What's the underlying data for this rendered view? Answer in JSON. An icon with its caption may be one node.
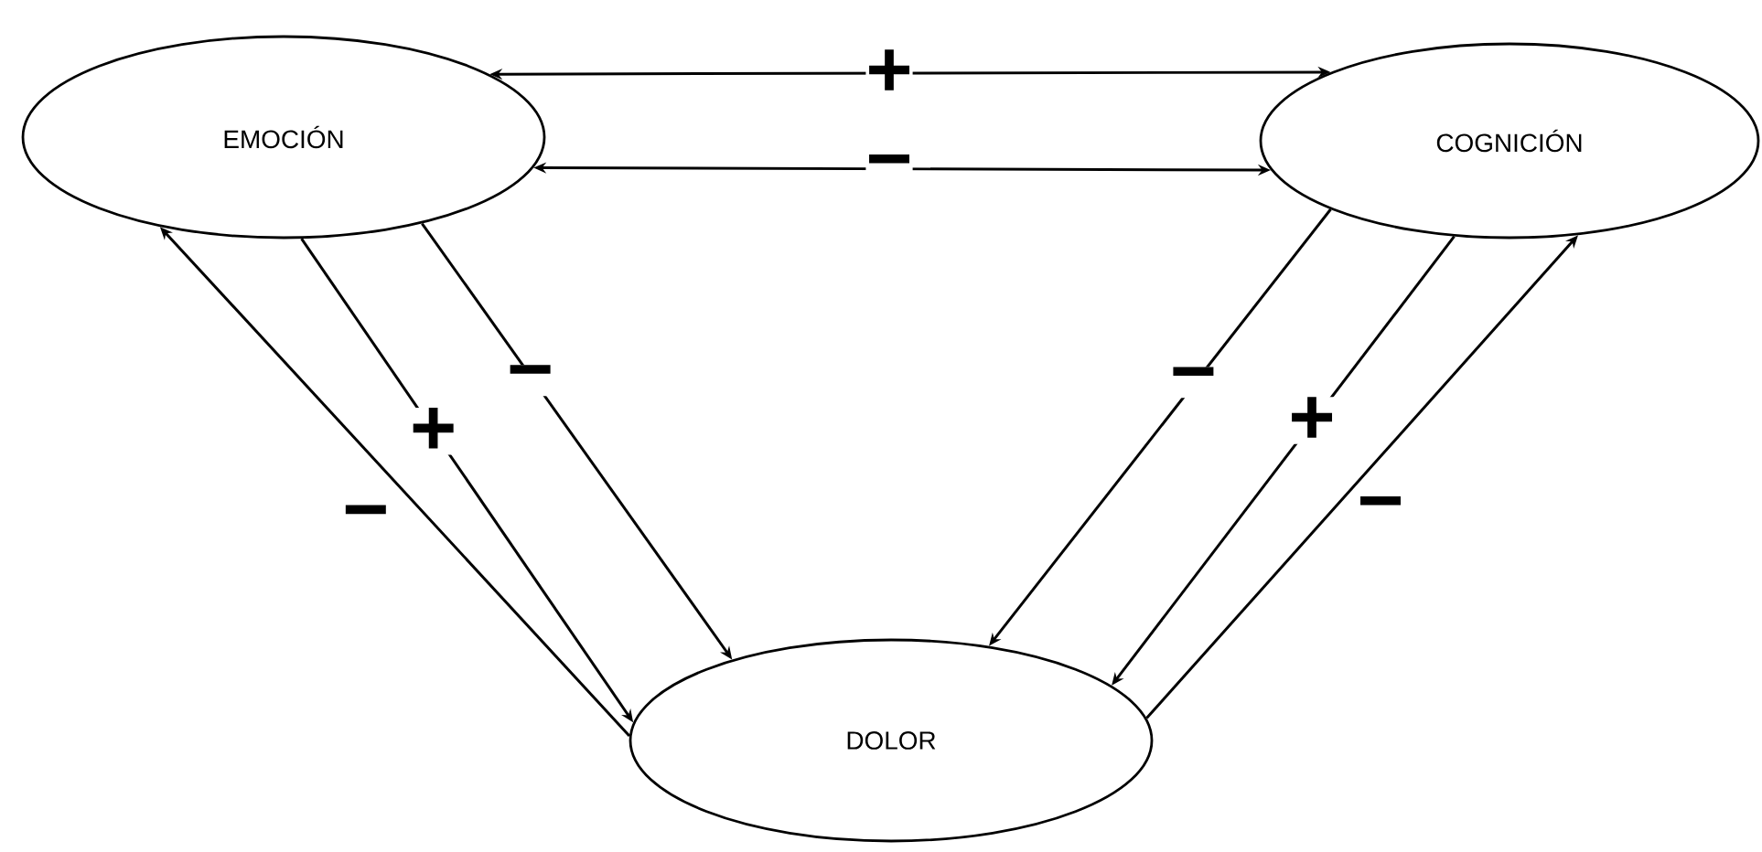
{
  "diagram": {
    "nodes": [
      {
        "text": [
          "EMOCIÓN"
        ]
      },
      {
        "text": [
          "COGNICIÓN"
        ]
      },
      {
        "text": [
          "DOLOR"
        ]
      }
    ],
    "edges": [
      {
        "from": 0,
        "to": 1,
        "arrow": "both",
        "label": "+"
      },
      {
        "from": 0,
        "to": 1,
        "arrow": "both",
        "label": "−"
      },
      {
        "from": 2,
        "to": 0,
        "arrow": "to",
        "label": "−"
      },
      {
        "from": 0,
        "to": 2,
        "arrow": "to",
        "label": "+"
      },
      {
        "from": 0,
        "to": 2,
        "arrow": "to",
        "label": "−"
      },
      {
        "from": 1,
        "to": 2,
        "arrow": "to",
        "label": "−"
      },
      {
        "from": 1,
        "to": 2,
        "arrow": "to",
        "label": "+"
      },
      {
        "from": 2,
        "to": 1,
        "arrow": "to",
        "label": "−"
      }
    ]
  }
}
